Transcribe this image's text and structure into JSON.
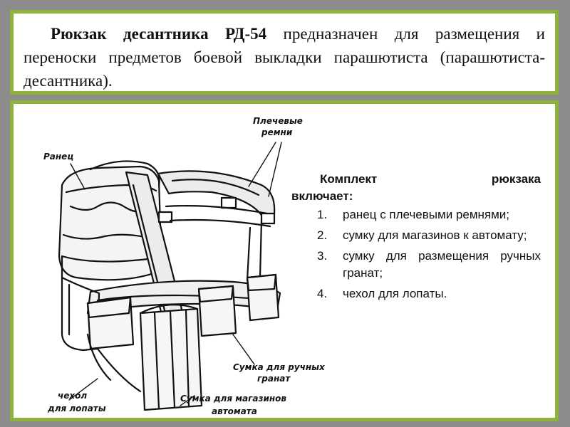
{
  "title": {
    "bold": "Рюкзак десантника РД-54",
    "rest": " предназначен для размещения и переноски предметов боевой выкладки парашютиста (парашютиста-десантника)."
  },
  "illustration": {
    "labels": {
      "shoulder_straps_1": "Плечевые",
      "shoulder_straps_2": "ремни",
      "ranets": "Ранец",
      "grenade_pouch_1": "Сумка для ручных",
      "grenade_pouch_2": "гранат",
      "shovel_cover_1": "чехол",
      "shovel_cover_2": "для лопаты",
      "magazine_pouch_1": "Сумка для магазинов",
      "magazine_pouch_2": "автомата"
    }
  },
  "kit": {
    "heading_1": "Комплект рюкзака",
    "heading_2": "включает:",
    "items": [
      {
        "num": "1.",
        "text": "ранец с плечевыми ремнями;"
      },
      {
        "num": "2.",
        "text": "сумку для магазинов к автомату;"
      },
      {
        "num": "3.",
        "text": "сумку для размещения ручных гранат;"
      },
      {
        "num": "4.",
        "text": "чехол для лопаты."
      }
    ]
  }
}
